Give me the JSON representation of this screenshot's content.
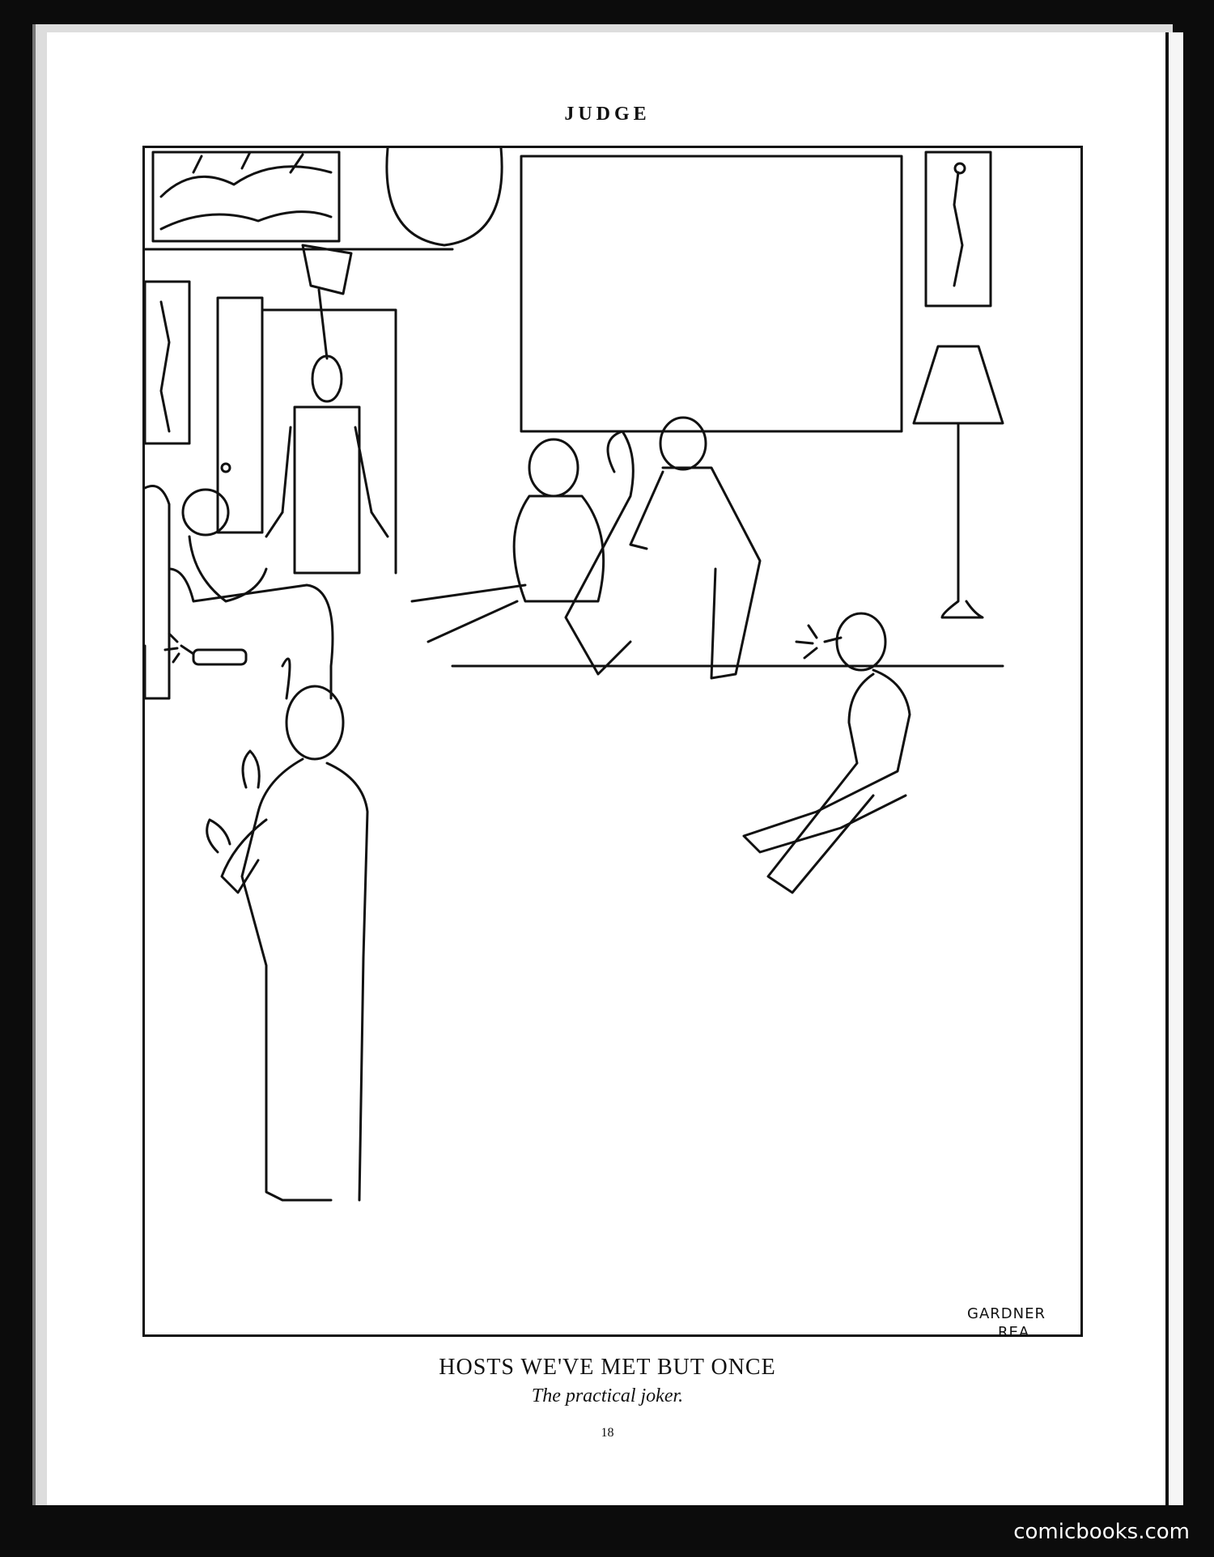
{
  "page": {
    "header": "JUDGE",
    "caption_title": "HOSTS WE'VE MET BUT ONCE",
    "caption_subtitle": "The practical joker.",
    "page_number": "18"
  },
  "cartoon": {
    "signature_line1": "Gardner",
    "signature_line2": "Rea."
  },
  "watermark": "comicbooks.com"
}
